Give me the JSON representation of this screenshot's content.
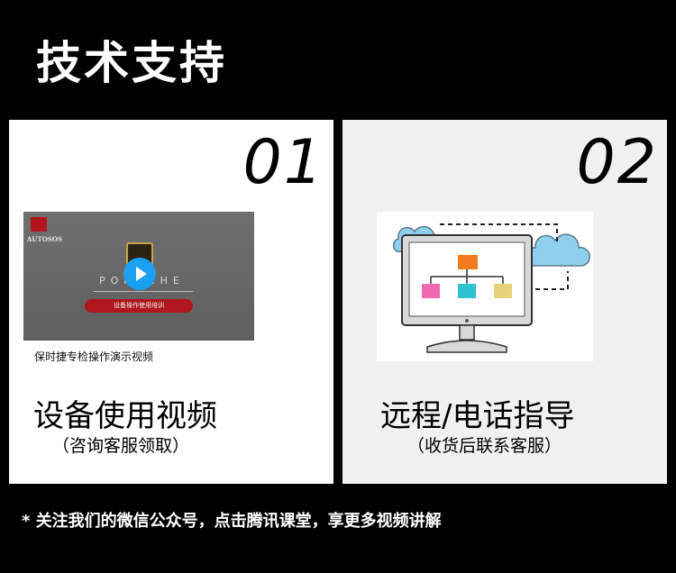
{
  "page": {
    "title": "技术支持"
  },
  "cards": [
    {
      "number": "01",
      "video": {
        "brand_short": "AUTOSOS",
        "brand_word": "PORSCHE",
        "pill_text": "设备操作使用培训",
        "caption": "保时捷专检操作演示视频"
      },
      "title": "设备使用视频",
      "subtitle": "（咨询客服领取）"
    },
    {
      "number": "02",
      "title": "远程/电话指导",
      "subtitle": "（收货后联系客服）"
    }
  ],
  "footer": {
    "text": "* 关注我们的微信公众号，点击腾讯课堂，享更多视频讲解"
  },
  "colors": {
    "background": "#000000",
    "card1": "#ffffff",
    "card2": "#f1f1f1",
    "play_button": "#1aa0f0",
    "pill": "#b0161c",
    "node_orange": "#f37b1f",
    "node_pink": "#f06ab2",
    "node_teal": "#2ec4cf",
    "node_yellow": "#e8d27a",
    "cloud": "#8fd0ee"
  }
}
